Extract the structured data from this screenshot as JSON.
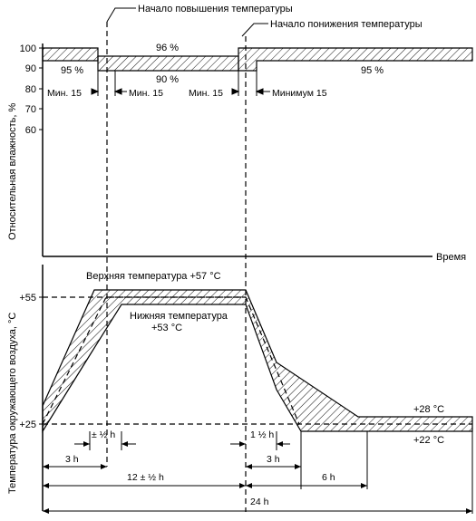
{
  "labels": {
    "start_raise": "Начало повышения температуры",
    "start_lower": "Начало понижения температуры",
    "humidity_axis": "Относительная влажность, %",
    "temp_axis": "Температура окружающего воздуха, °C",
    "time": "Время",
    "upper_temp": "Верхняя температура +57 °C",
    "lower_temp_1": "Нижняя температура",
    "lower_temp_2": "+53 °C",
    "hum_96": "96 %",
    "hum_90": "90 %",
    "hum_95_left": "95 %",
    "hum_95_right": "95 %",
    "min15_a": "Мин. 15",
    "min15_b": "Мин. 15",
    "min15_c": "Мин. 15",
    "minimum15": "Минимум 15",
    "t28": "+28 °C",
    "t22": "+22 °C",
    "dim_3h_a": "3 h",
    "dim_half": "± ½ h",
    "dim_12": "12 ± ½ h",
    "dim_1half": "1 ½ h",
    "dim_3h_b": "3 h",
    "dim_6h": "6 h",
    "dim_24h": "24 h"
  },
  "ticks": {
    "humidity": [
      "100",
      "90",
      "80",
      "70",
      "60"
    ],
    "temperature": [
      "+55",
      "+25"
    ]
  }
}
